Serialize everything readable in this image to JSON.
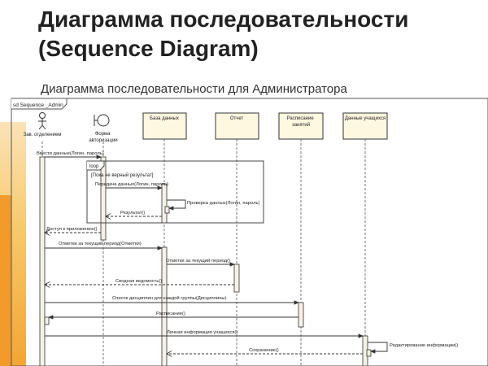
{
  "title": {
    "line1": "Диаграмма последовательности",
    "line2": "(Sequence Diagram)"
  },
  "subtitle": "Диаграмма последовательности для Администратора",
  "diagram": {
    "frame_label": "sd Sequence _Admin",
    "actor_label": "Зав. отделением",
    "boundary_label": "Форма\nавторизации",
    "boxes": [
      "База данных",
      "Отчет",
      "Расписание\nзанятий",
      "Данные учащихся"
    ],
    "loop_label": "loop",
    "loop_guard": "[Пока не верный результат]",
    "messages": [
      "Ввести данные(Логин, пароль)",
      "Передача данных(Логин, пароль)",
      "Проверка данных(Логин, пароль)",
      "Результат()",
      "Доступ к приложению()",
      "Отметки за текущий период(Отметки)",
      "Отметки за текущий период()",
      "Сводная ведомость()",
      "Список дисциплин для каждой группы(Дисциплины)",
      "Расписание()",
      "Личная информация учащихся()",
      "Редактирование информации()",
      "Сохранение()"
    ]
  },
  "colors": {
    "line": "#333333",
    "box_fill": "#fff8e1",
    "activation_fill": "#f5f1e6",
    "accent": "#f3a533"
  }
}
